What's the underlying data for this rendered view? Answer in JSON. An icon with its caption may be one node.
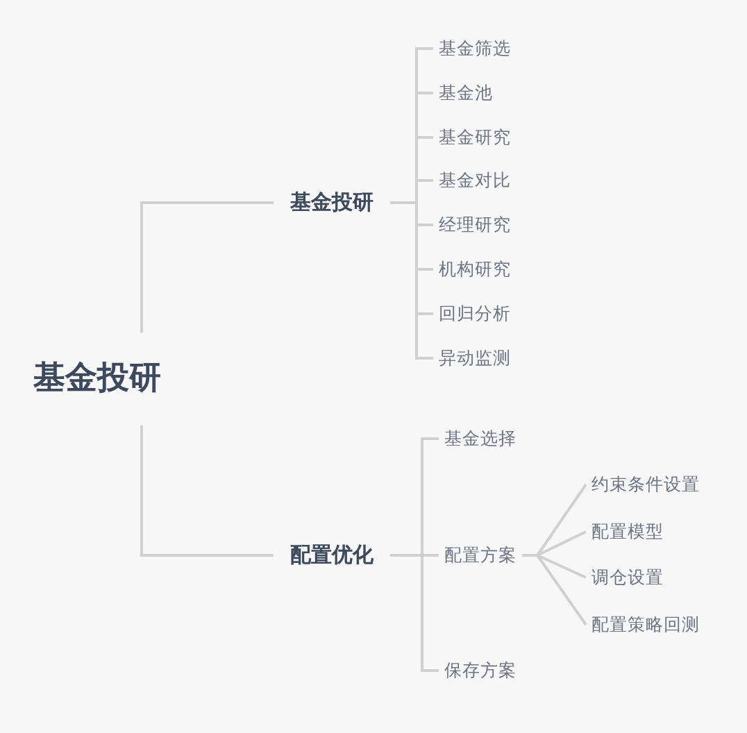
{
  "diagram": {
    "nodes": [
      {
        "text": [
          "基金投研"
        ]
      },
      {
        "text": [
          "基金投研"
        ]
      },
      {
        "text": [
          "基金筛选"
        ]
      },
      {
        "text": [
          "基金池"
        ]
      },
      {
        "text": [
          "基金研究"
        ]
      },
      {
        "text": [
          "基金对比"
        ]
      },
      {
        "text": [
          "经理研究"
        ]
      },
      {
        "text": [
          "机构研究"
        ]
      },
      {
        "text": [
          "回归分析"
        ]
      },
      {
        "text": [
          "异动监测"
        ]
      },
      {
        "text": [
          "配置优化"
        ]
      },
      {
        "text": [
          "基金选择"
        ]
      },
      {
        "text": [
          "配置方案"
        ]
      },
      {
        "text": [
          "约束条件设置"
        ]
      },
      {
        "text": [
          "配置模型"
        ]
      },
      {
        "text": [
          "调仓设置"
        ]
      },
      {
        "text": [
          "配置策略回测"
        ]
      },
      {
        "text": [
          "保存方案"
        ]
      }
    ],
    "edges": [
      {
        "from": 0,
        "to": 1,
        "arrow": "none"
      },
      {
        "from": 0,
        "to": 10,
        "arrow": "none"
      },
      {
        "from": 1,
        "to": 2,
        "arrow": "none"
      },
      {
        "from": 1,
        "to": 3,
        "arrow": "none"
      },
      {
        "from": 1,
        "to": 4,
        "arrow": "none"
      },
      {
        "from": 1,
        "to": 5,
        "arrow": "none"
      },
      {
        "from": 1,
        "to": 6,
        "arrow": "none"
      },
      {
        "from": 1,
        "to": 7,
        "arrow": "none"
      },
      {
        "from": 1,
        "to": 8,
        "arrow": "none"
      },
      {
        "from": 1,
        "to": 9,
        "arrow": "none"
      },
      {
        "from": 10,
        "to": 11,
        "arrow": "none"
      },
      {
        "from": 10,
        "to": 12,
        "arrow": "none"
      },
      {
        "from": 10,
        "to": 17,
        "arrow": "none"
      },
      {
        "from": 12,
        "to": 13,
        "arrow": "none"
      },
      {
        "from": 12,
        "to": 14,
        "arrow": "none"
      },
      {
        "from": 12,
        "to": 15,
        "arrow": "none"
      },
      {
        "from": 12,
        "to": 16,
        "arrow": "none"
      }
    ]
  }
}
